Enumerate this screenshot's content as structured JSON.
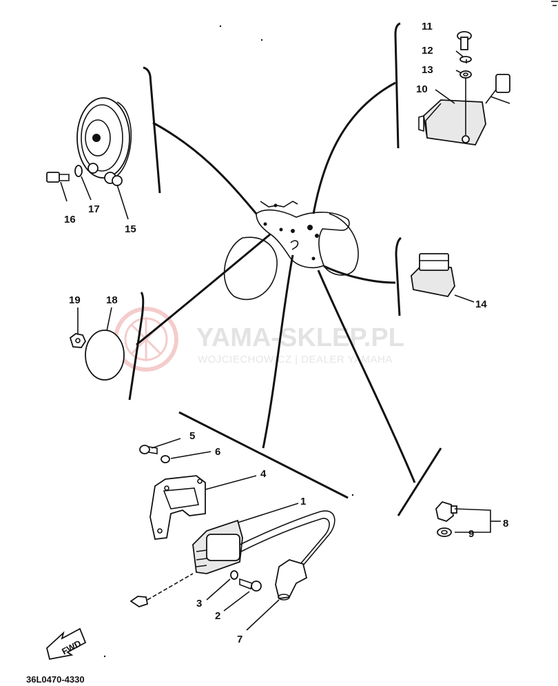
{
  "diagram": {
    "code": "36L0470-4330",
    "fwd_label": "FWD",
    "watermark": {
      "title": "YAMA-SKLEP.PL",
      "subtitle": "WOJCIECHOWICZ | DEALER YAMAHA",
      "color": "#e8b9b9"
    },
    "callouts": {
      "n1": "1",
      "n2": "2",
      "n3": "3",
      "n4": "4",
      "n5": "5",
      "n6": "6",
      "n7": "7",
      "n8": "8",
      "n9": "9",
      "n10": "10",
      "n11": "11",
      "n12": "12",
      "n13": "13",
      "n14": "14",
      "n15": "15",
      "n16": "16",
      "n17": "17",
      "n18": "18",
      "n19": "19"
    }
  }
}
